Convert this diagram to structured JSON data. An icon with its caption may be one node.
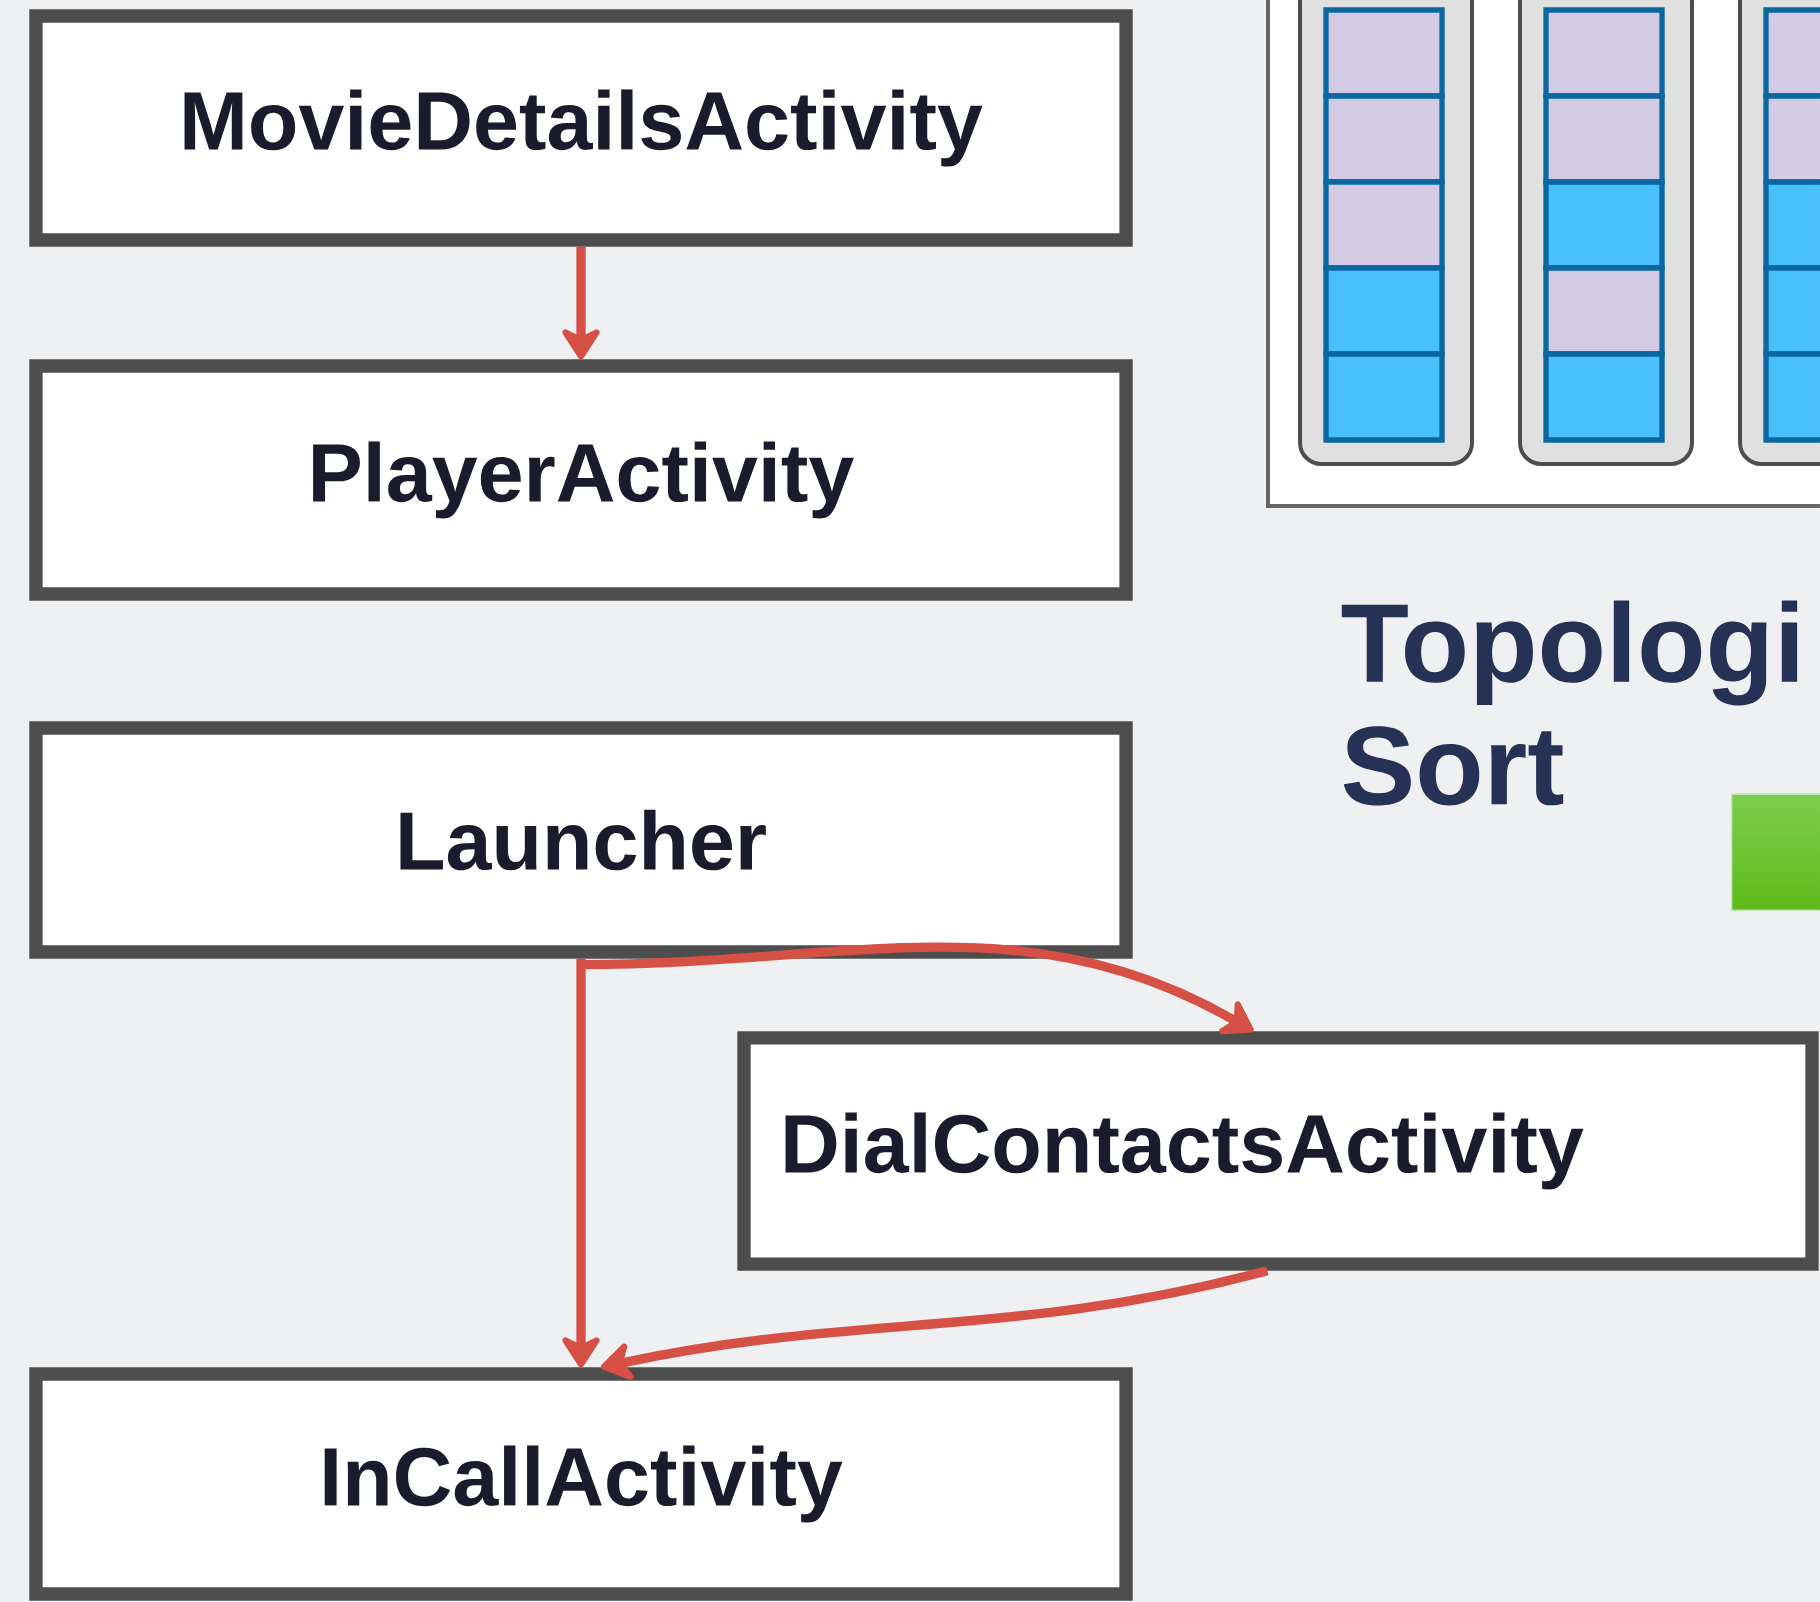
{
  "diagram": {
    "nodes": [
      {
        "text": [
          "MovieDetailsActivity"
        ]
      },
      {
        "text": [
          "PlayerActivity"
        ]
      },
      {
        "text": [
          "Launcher"
        ]
      },
      {
        "text": [
          "DialContactsActivity"
        ]
      },
      {
        "text": [
          "InCallActivity"
        ]
      }
    ],
    "edges": [
      {
        "from": 0,
        "to": 1,
        "arrow": "to"
      },
      {
        "from": 2,
        "to": 3,
        "arrow": "to"
      },
      {
        "from": 2,
        "to": 4,
        "arrow": "to"
      },
      {
        "from": 3,
        "to": 4,
        "arrow": "to"
      }
    ],
    "labels": [
      "Topologi Sort"
    ]
  }
}
